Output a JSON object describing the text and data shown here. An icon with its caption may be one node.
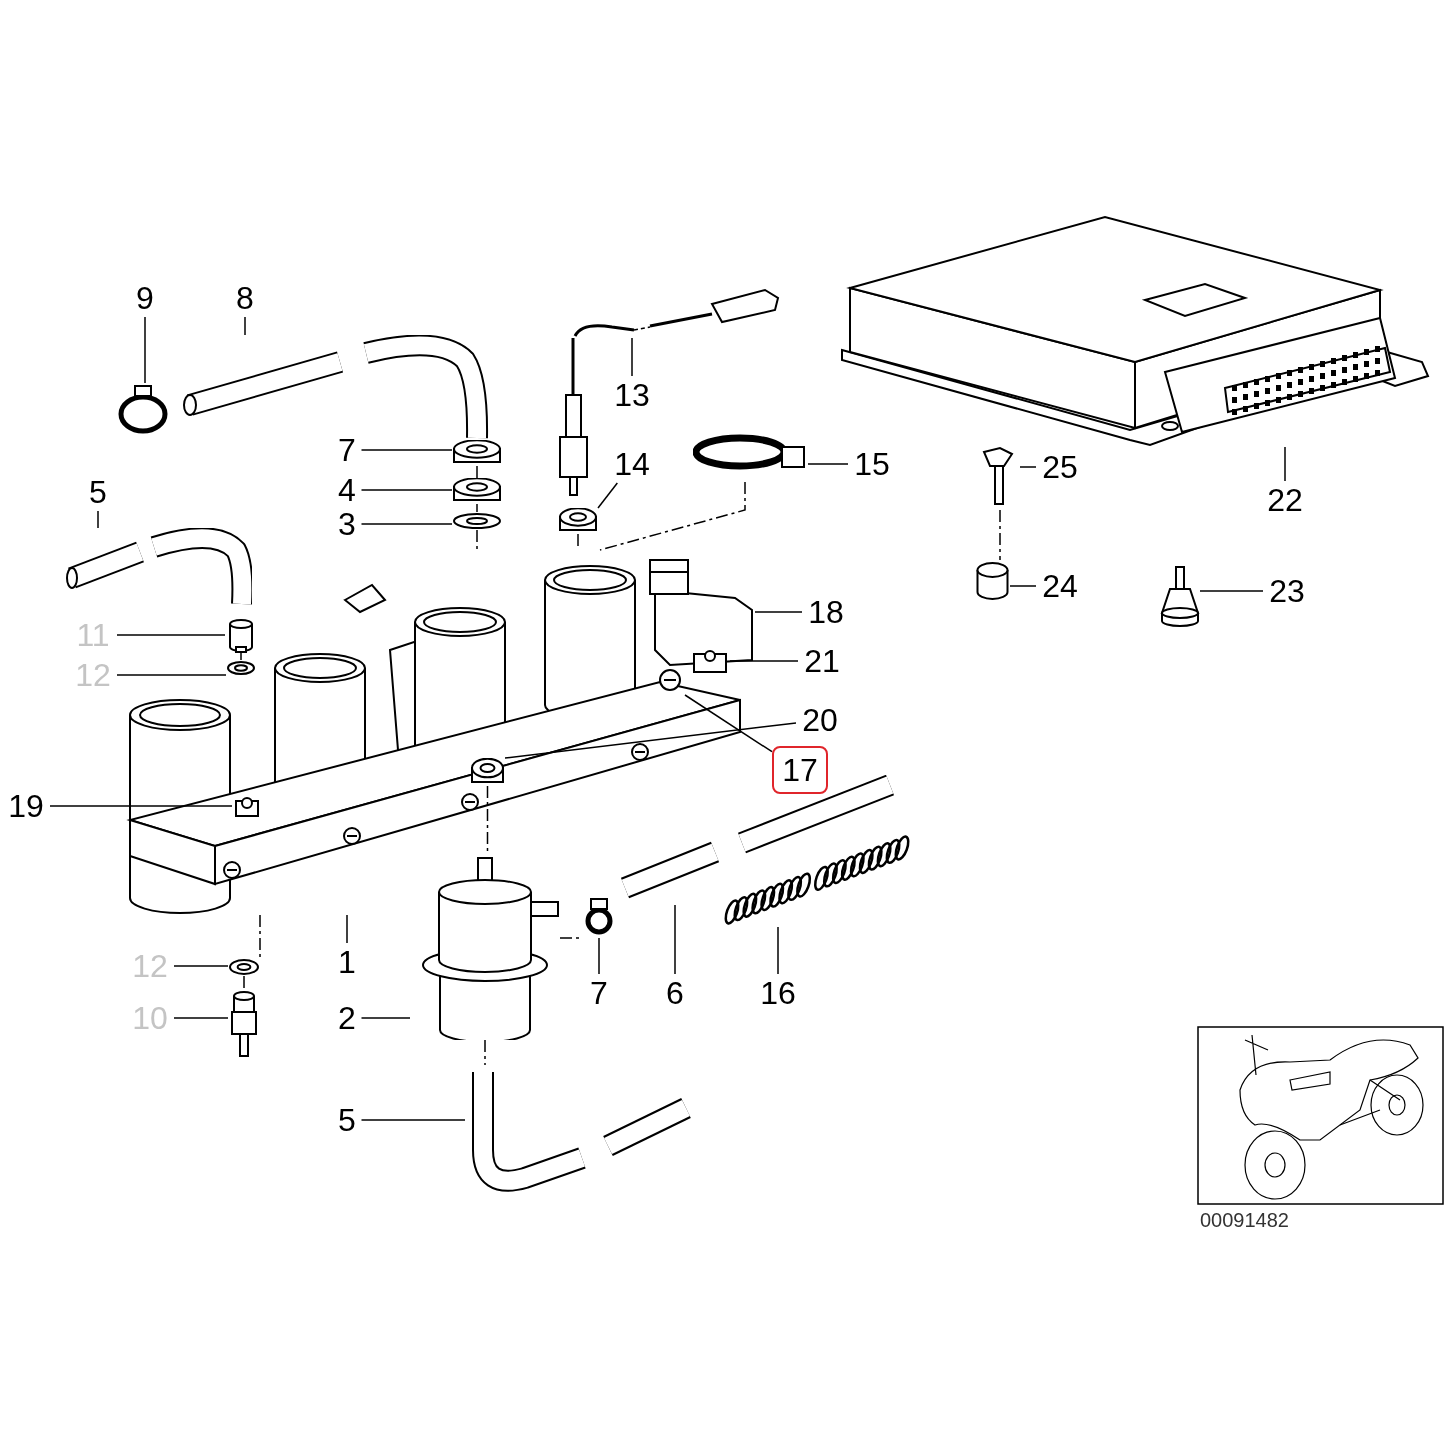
{
  "diagram": {
    "nodes": [
      {
        "text": [
          "9"
        ]
      },
      {
        "text": [],
        "shape": "circle"
      },
      {
        "text": [
          "8"
        ]
      },
      {
        "text": [],
        "shape": "picture"
      },
      {
        "text": [
          "13"
        ]
      },
      {
        "text": [],
        "shape": "picture"
      },
      {
        "text": [
          "7"
        ]
      },
      {
        "text": [],
        "shape": "picture"
      },
      {
        "text": [
          "4"
        ]
      },
      {
        "text": [],
        "shape": "picture"
      },
      {
        "text": [
          "3"
        ]
      },
      {
        "text": [],
        "shape": "picture"
      },
      {
        "text": [
          "14"
        ]
      },
      {
        "text": [],
        "shape": "picture"
      },
      {
        "text": [
          "15"
        ]
      },
      {
        "text": [],
        "shape": "circle"
      },
      {
        "text": [
          "5"
        ]
      },
      {
        "text": [],
        "shape": "picture"
      },
      {
        "text": [
          "22"
        ]
      },
      {
        "text": [],
        "shape": "picture"
      },
      {
        "text": [
          "25"
        ]
      },
      {
        "text": [],
        "shape": "picture"
      },
      {
        "text": [
          "24"
        ]
      },
      {
        "text": [],
        "shape": "cylinder"
      },
      {
        "text": [
          "23"
        ]
      },
      {
        "text": [],
        "shape": "picture"
      },
      {
        "text": [],
        "shape": "picture"
      },
      {
        "text": [
          "11"
        ]
      },
      {
        "text": [],
        "shape": "cylinder",
        "in": 26
      },
      {
        "text": [
          "12"
        ]
      },
      {
        "text": [],
        "shape": "picture",
        "in": 26
      },
      {
        "text": [
          "18"
        ]
      },
      {
        "text": [],
        "shape": "picture",
        "in": 26
      },
      {
        "text": [
          "21"
        ]
      },
      {
        "text": [],
        "shape": "box",
        "in": 26
      },
      {
        "text": [
          "17"
        ]
      },
      {
        "text": [],
        "shape": "picture",
        "in": 26
      },
      {
        "text": [
          "19"
        ]
      },
      {
        "text": [],
        "shape": "box",
        "in": 26
      },
      {
        "text": [
          "20"
        ]
      },
      {
        "text": [],
        "shape": "picture",
        "in": 26
      },
      {
        "text": [
          "1"
        ]
      },
      {
        "text": [
          "12"
        ]
      },
      {
        "text": [],
        "shape": "picture"
      },
      {
        "text": [
          "10"
        ]
      },
      {
        "text": [],
        "shape": "picture"
      },
      {
        "text": [
          "2"
        ]
      },
      {
        "text": [],
        "shape": "picture"
      },
      {
        "text": [
          "7"
        ]
      },
      {
        "text": [],
        "shape": "circle"
      },
      {
        "text": [
          "6"
        ]
      },
      {
        "text": [],
        "shape": "picture"
      },
      {
        "text": [
          "16"
        ]
      },
      {
        "text": [],
        "shape": "picture"
      },
      {
        "text": [
          "5"
        ]
      },
      {
        "text": [],
        "shape": "picture"
      }
    ],
    "edges": [
      {
        "from": 0,
        "to": 1,
        "arrow": "none"
      },
      {
        "from": 2,
        "to": 3,
        "arrow": "none"
      },
      {
        "from": 4,
        "to": 5,
        "arrow": "none"
      },
      {
        "from": 6,
        "to": 7,
        "arrow": "none"
      },
      {
        "from": 8,
        "to": 9,
        "arrow": "none"
      },
      {
        "from": 10,
        "to": 11,
        "arrow": "none"
      },
      {
        "from": 12,
        "to": 13,
        "arrow": "none"
      },
      {
        "from": 14,
        "to": 15,
        "arrow": "none"
      },
      {
        "from": 16,
        "to": 17,
        "arrow": "none"
      },
      {
        "from": 18,
        "to": 19,
        "arrow": "none"
      },
      {
        "from": 20,
        "to": 21,
        "arrow": "none"
      },
      {
        "from": 22,
        "to": 23,
        "arrow": "none"
      },
      {
        "from": 24,
        "to": 25,
        "arrow": "none"
      },
      {
        "from": 27,
        "to": 28,
        "arrow": "none"
      },
      {
        "from": 29,
        "to": 30,
        "arrow": "none"
      },
      {
        "from": 31,
        "to": 32,
        "arrow": "none"
      },
      {
        "from": 33,
        "to": 34,
        "arrow": "none"
      },
      {
        "from": 35,
        "to": 36,
        "arrow": "none"
      },
      {
        "from": 37,
        "to": 38,
        "arrow": "none"
      },
      {
        "from": 39,
        "to": 40,
        "arrow": "none"
      },
      {
        "from": 41,
        "to": 26,
        "arrow": "none"
      },
      {
        "from": 42,
        "to": 43,
        "arrow": "none"
      },
      {
        "from": 44,
        "to": 45,
        "arrow": "none"
      },
      {
        "from": 46,
        "to": 47,
        "arrow": "none"
      },
      {
        "from": 48,
        "to": 49,
        "arrow": "none"
      },
      {
        "from": 50,
        "to": 51,
        "arrow": "none"
      },
      {
        "from": 52,
        "to": 53,
        "arrow": "none"
      },
      {
        "from": 54,
        "to": 55,
        "arrow": "none"
      },
      {
        "from": 7,
        "to": 9,
        "arrow": "none",
        "style": "dashed"
      },
      {
        "from": 9,
        "to": 11,
        "arrow": "none",
        "style": "dashed"
      },
      {
        "from": 11,
        "to": 26,
        "arrow": "none",
        "style": "dashed"
      },
      {
        "from": 13,
        "to": 26,
        "arrow": "none",
        "style": "dashed"
      },
      {
        "from": 15,
        "to": 26,
        "arrow": "none",
        "style": "dashed"
      },
      {
        "from": 28,
        "to": 30,
        "arrow": "none",
        "style": "dashed"
      },
      {
        "from": 26,
        "to": 43,
        "arrow": "none",
        "style": "dashed"
      },
      {
        "from": 43,
        "to": 45,
        "arrow": "none",
        "style": "dashed"
      },
      {
        "from": 40,
        "to": 47,
        "arrow": "none",
        "style": "dashed"
      },
      {
        "from": 47,
        "to": 55,
        "arrow": "none",
        "style": "dashed"
      },
      {
        "from": 47,
        "to": 49,
        "arrow": "none",
        "style": "dashed"
      },
      {
        "from": 21,
        "to": 23,
        "arrow": "none",
        "style": "dashed"
      }
    ],
    "labels": [
      "00091482"
    ]
  }
}
